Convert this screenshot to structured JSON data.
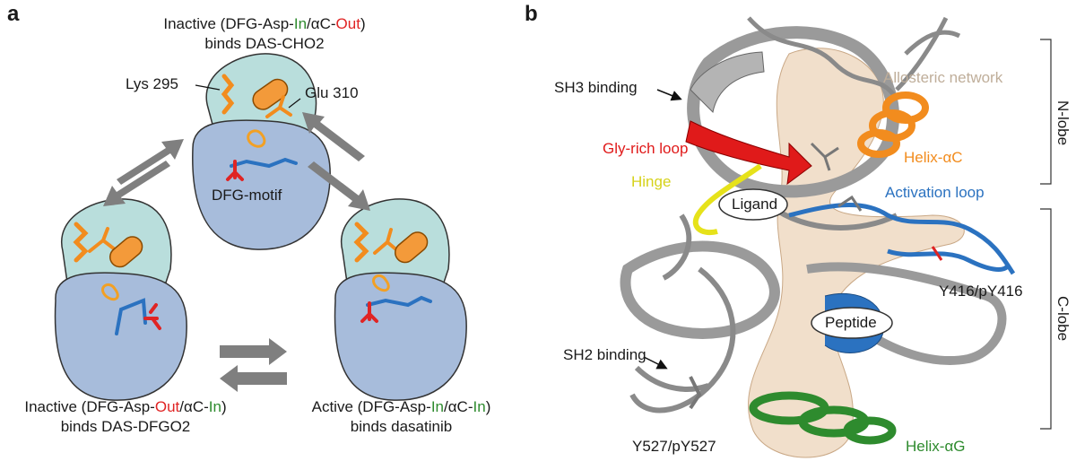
{
  "panel_a": {
    "letter": "a",
    "top_state": {
      "prefix": "Inactive (DFG-Asp-",
      "in": "In",
      "mid": "/αC-",
      "out": "Out",
      "suffix": ")",
      "line2": "binds DAS-CHO2"
    },
    "left_state": {
      "prefix": "Inactive (DFG-Asp-",
      "out": "Out",
      "mid": "/αC-",
      "in": "In",
      "suffix": ")",
      "line2": "binds DAS-DFGO2"
    },
    "right_state": {
      "prefix": "Active (DFG-Asp-",
      "in1": "In",
      "mid": "/αC-",
      "in2": "In",
      "suffix": ")",
      "line2": "binds dasatinib"
    },
    "labels": {
      "lys": "Lys 295",
      "glu": "Glu 310",
      "dfg": "DFG-motif"
    }
  },
  "panel_b": {
    "letter": "b",
    "labels": {
      "sh3": "SH3 binding",
      "allosteric": "Allosteric network",
      "gly": "Gly-rich loop",
      "helix_c": "Helix-αC",
      "hinge": "Hinge",
      "ligand": "Ligand",
      "activation": "Activation loop",
      "y416": "Y416/pY416",
      "peptide": "Peptide",
      "sh2": "SH2 binding",
      "y527": "Y527/pY527",
      "helix_g": "Helix-αG",
      "n_lobe": "N-lobe",
      "c_lobe": "C-lobe"
    }
  },
  "colors": {
    "green": "#2e8b2e",
    "red": "#e02424",
    "orange": "#f28c1e",
    "blue": "#2b72c0",
    "yellow": "#e6e21a",
    "teal": "#a9d6d3",
    "lobe_blue": "#9fb6d6"
  }
}
